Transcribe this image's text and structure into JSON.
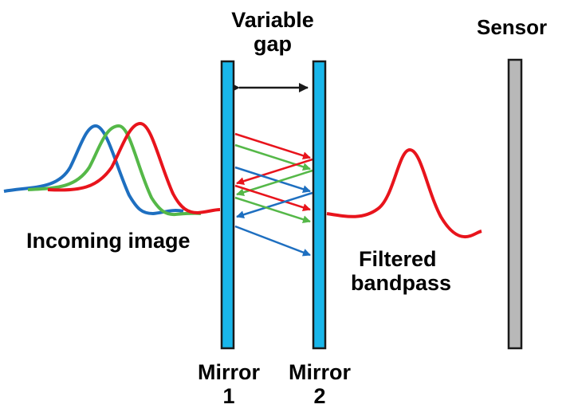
{
  "labels": {
    "variable_gap_line1": "Variable",
    "variable_gap_line2": "gap",
    "sensor": "Sensor",
    "incoming_image": "Incoming image",
    "filtered_line1": "Filtered",
    "filtered_line2": "bandpass",
    "mirror1_line1": "Mirror",
    "mirror1_line2": "1",
    "mirror2_line1": "Mirror",
    "mirror2_line2": "2"
  },
  "colors": {
    "red": "#e8141c",
    "green": "#55b848",
    "blue": "#1e6fc0",
    "mirror_fill": "#19b6ea",
    "sensor_fill": "#b8b8b8",
    "outline": "#1a1a1a"
  }
}
